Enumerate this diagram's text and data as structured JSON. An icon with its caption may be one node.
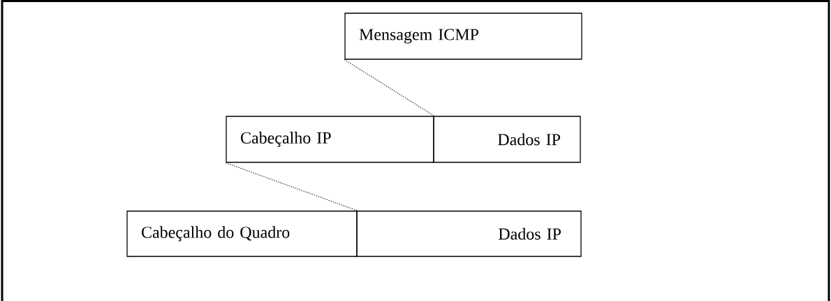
{
  "diagram": {
    "nodes": [
      {
        "text": [
          "Mensagem ICMP"
        ]
      },
      {
        "text": [
          "Cabeçalho IP"
        ]
      },
      {
        "text": [
          "Dados IP"
        ]
      },
      {
        "text": [
          "Cabeçalho do Quadro"
        ]
      },
      {
        "text": [
          "Dados IP"
        ]
      }
    ],
    "edges": [
      {
        "from": 0,
        "to": 1,
        "arrow": "none",
        "style": "dashed"
      },
      {
        "from": 1,
        "to": 3,
        "arrow": "none",
        "style": "dashed"
      }
    ]
  }
}
